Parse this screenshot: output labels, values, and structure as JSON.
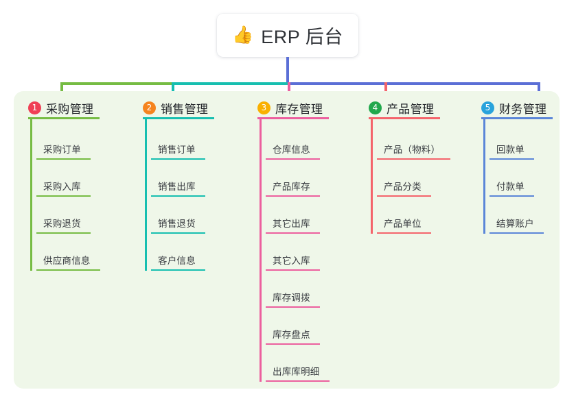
{
  "root": {
    "icon": "thumbs-up-icon",
    "icon_glyph": "👍",
    "label": "ERP 后台",
    "stem_color": "#5b6fd6"
  },
  "panel": {
    "background": "#eff7e9"
  },
  "connector": {
    "segments": [
      {
        "name": "purchase",
        "color": "#76bc43"
      },
      {
        "name": "sales",
        "color": "#17bfb0"
      },
      {
        "name": "inventory",
        "color": "#5b6fd6"
      },
      {
        "name": "product",
        "color": "#5b6fd6"
      },
      {
        "name": "finance",
        "color": "#5b6fd6"
      }
    ],
    "drops": [
      {
        "name": "purchase",
        "color": "#76bc43"
      },
      {
        "name": "sales",
        "color": "#17bfb0"
      },
      {
        "name": "inventory",
        "color": "#ec5f9e"
      },
      {
        "name": "product",
        "color": "#f4646b"
      },
      {
        "name": "finance",
        "color": "#5b6fd6"
      }
    ]
  },
  "columns": [
    {
      "id": "purchase",
      "number": "1",
      "badge_color": "#ef4055",
      "line_color": "#76bc43",
      "title": "采购管理",
      "items": [
        {
          "label": "采购订单"
        },
        {
          "label": "采购入库"
        },
        {
          "label": "采购退货"
        },
        {
          "label": "供应商信息"
        }
      ]
    },
    {
      "id": "sales",
      "number": "2",
      "badge_color": "#f5841f",
      "line_color": "#17bfb0",
      "title": "销售管理",
      "items": [
        {
          "label": "销售订单"
        },
        {
          "label": "销售出库"
        },
        {
          "label": "销售退货"
        },
        {
          "label": "客户信息"
        }
      ]
    },
    {
      "id": "inventory",
      "number": "3",
      "badge_color": "#f9b000",
      "line_color": "#ec5f9e",
      "title": "库存管理",
      "items": [
        {
          "label": "仓库信息"
        },
        {
          "label": "产品库存"
        },
        {
          "label": "其它出库"
        },
        {
          "label": "其它入库"
        },
        {
          "label": "库存调拨"
        },
        {
          "label": "库存盘点"
        },
        {
          "label": "出库库明细"
        }
      ]
    },
    {
      "id": "product",
      "number": "4",
      "badge_color": "#21a84c",
      "line_color": "#f4646b",
      "title": "产品管理",
      "items": [
        {
          "label": "产品（物料）"
        },
        {
          "label": "产品分类"
        },
        {
          "label": "产品单位"
        }
      ]
    },
    {
      "id": "finance",
      "number": "5",
      "badge_color": "#29a3dc",
      "line_color": "#5b86d8",
      "title": "财务管理",
      "items": [
        {
          "label": "回款单"
        },
        {
          "label": "付款单"
        },
        {
          "label": "结算账户"
        }
      ]
    }
  ]
}
